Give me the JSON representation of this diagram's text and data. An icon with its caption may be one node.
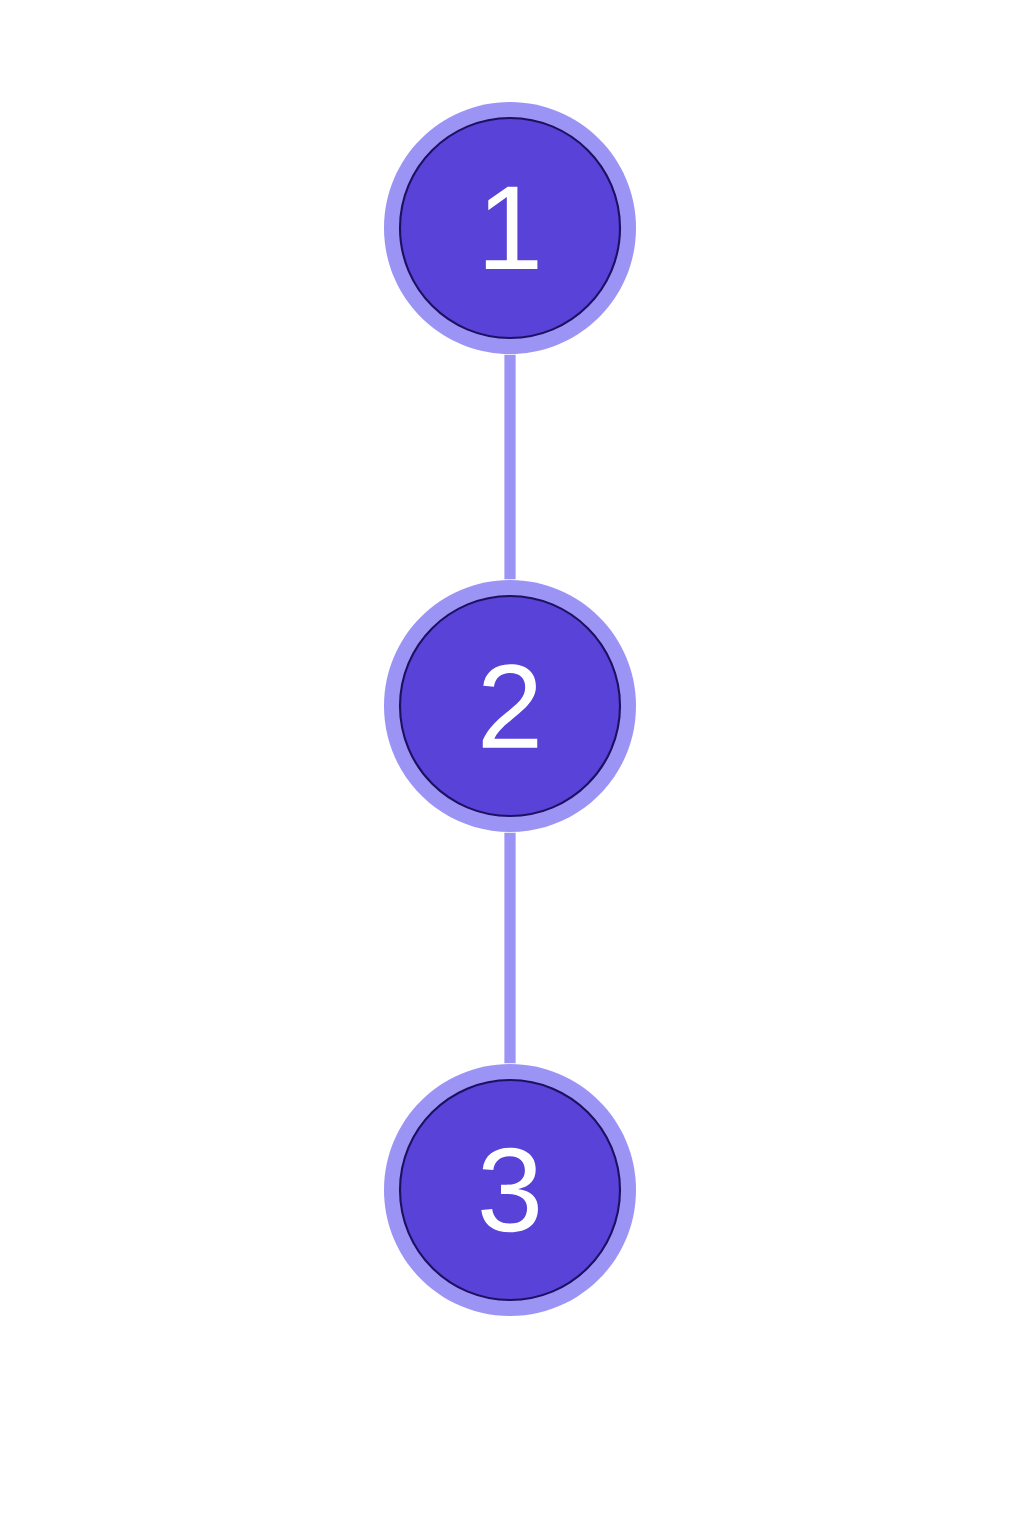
{
  "diagram": {
    "nodes": [
      {
        "text": [
          "1"
        ]
      },
      {
        "text": [
          "2"
        ]
      },
      {
        "text": [
          "3"
        ]
      }
    ],
    "edges": [
      {
        "from": 0,
        "to": 1,
        "arrow": "none"
      },
      {
        "from": 1,
        "to": 2,
        "arrow": "none"
      }
    ]
  }
}
